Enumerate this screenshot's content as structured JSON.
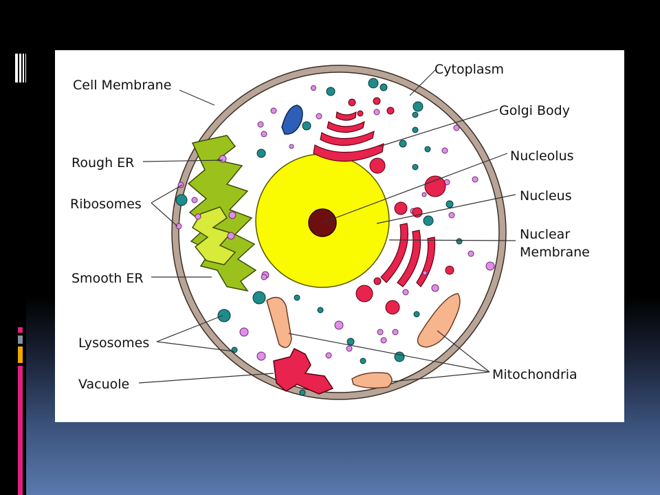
{
  "labels": {
    "cell_membrane": "Cell Membrane",
    "cytoplasm": "Cytoplasm",
    "golgi_body": "Golgi Body",
    "rough_er": "Rough ER",
    "nucleolus": "Nucleolus",
    "ribosomes": "Ribosomes",
    "nucleus": "Nucleus",
    "nuclear_membrane_line1": "Nuclear",
    "nuclear_membrane_line2": "Membrane",
    "smooth_er": "Smooth ER",
    "lysosomes": "Lysosomes",
    "mitochondria": "Mitochondria",
    "vacuole": "Vacuole"
  },
  "colors": {
    "membrane": "#b8a597",
    "nucleus": "#fafa00",
    "nucleolus": "#6e0f0f",
    "golgi": "#e8234d",
    "er": "#9bc21c",
    "mitochondria": "#f7b58e",
    "vacuole": "#e8234d",
    "lysosome": "#1f8c8c",
    "ribosome": "#e08ee8"
  }
}
